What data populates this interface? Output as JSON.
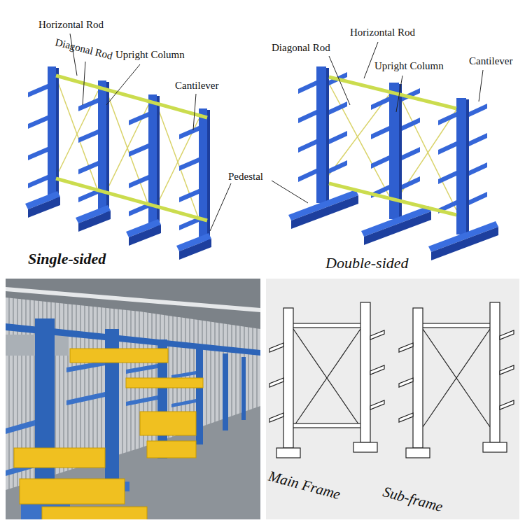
{
  "diagram": {
    "labels": [
      "Horizontal Rod",
      "Diagonal Rod",
      "Upright Column",
      "Cantilever",
      "Pedestal",
      "Single-sided",
      "Horizontal Rod",
      "Diagonal Rod",
      "Upright Column",
      "Cantilever",
      "Double-sided",
      "Main Frame",
      "Sub-frame"
    ]
  }
}
